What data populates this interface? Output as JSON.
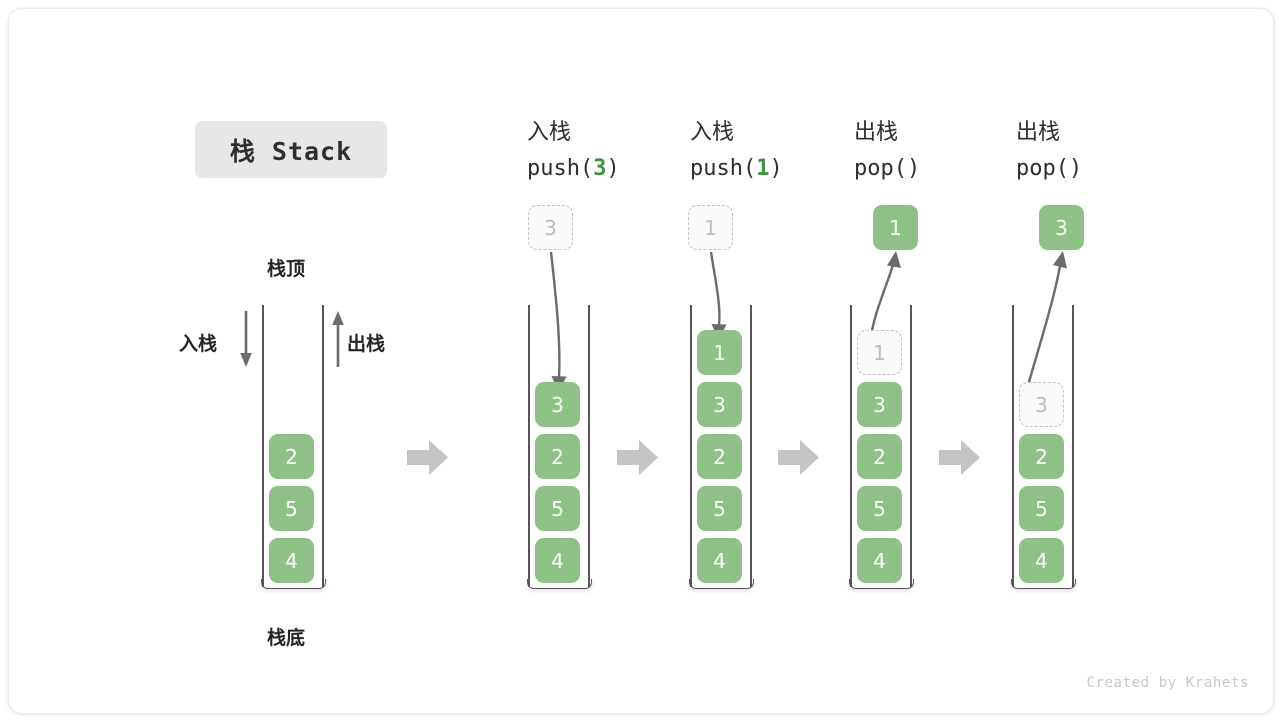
{
  "card": {
    "title_badge": "栈 Stack",
    "footer": "Created by Krahets"
  },
  "labels": {
    "top": "栈顶",
    "bottom": "栈底",
    "push": "入栈",
    "pop": "出栈"
  },
  "colors": {
    "node_fill": "#8dc185",
    "node_text": "#ffffff",
    "ghost_fill": "#fafafa",
    "ghost_text": "#bdbdbd",
    "ghost_border": "#c3c3c3",
    "accent_green": "#3f9142",
    "arrow_gray": "#6b6b6b",
    "step_arrow": "#c4c4c4",
    "badge_bg": "#e7e7e7",
    "wall": "#555555"
  },
  "columns": [
    {
      "id": "initial",
      "header_line1": "",
      "header_line2": "",
      "header_num": "",
      "stack": [
        "2",
        "5",
        "4"
      ],
      "ghost": null,
      "floating": null,
      "operation": "none"
    },
    {
      "id": "push-3",
      "header_line1": "入栈",
      "header_line2_prefix": "push(",
      "header_num": "3",
      "header_line2_suffix": ")",
      "stack": [
        "3",
        "2",
        "5",
        "4"
      ],
      "ghost": {
        "value": "3",
        "position": "outside-top"
      },
      "operation": "push"
    },
    {
      "id": "push-1",
      "header_line1": "入栈",
      "header_line2_prefix": "push(",
      "header_num": "1",
      "header_line2_suffix": ")",
      "stack": [
        "1",
        "3",
        "2",
        "5",
        "4"
      ],
      "ghost": {
        "value": "1",
        "position": "outside-top"
      },
      "operation": "push"
    },
    {
      "id": "pop-1",
      "header_line1": "出栈",
      "header_line2_prefix": "pop(",
      "header_num": "",
      "header_line2_suffix": ")",
      "stack": [
        "3",
        "2",
        "5",
        "4"
      ],
      "ghost": {
        "value": "1",
        "position": "in-stack-top"
      },
      "floating": {
        "value": "1"
      },
      "operation": "pop"
    },
    {
      "id": "pop-3",
      "header_line1": "出栈",
      "header_line2_prefix": "pop(",
      "header_num": "",
      "header_line2_suffix": ")",
      "stack": [
        "2",
        "5",
        "4"
      ],
      "ghost": {
        "value": "3",
        "position": "in-stack-top"
      },
      "floating": {
        "value": "3"
      },
      "operation": "pop"
    }
  ]
}
